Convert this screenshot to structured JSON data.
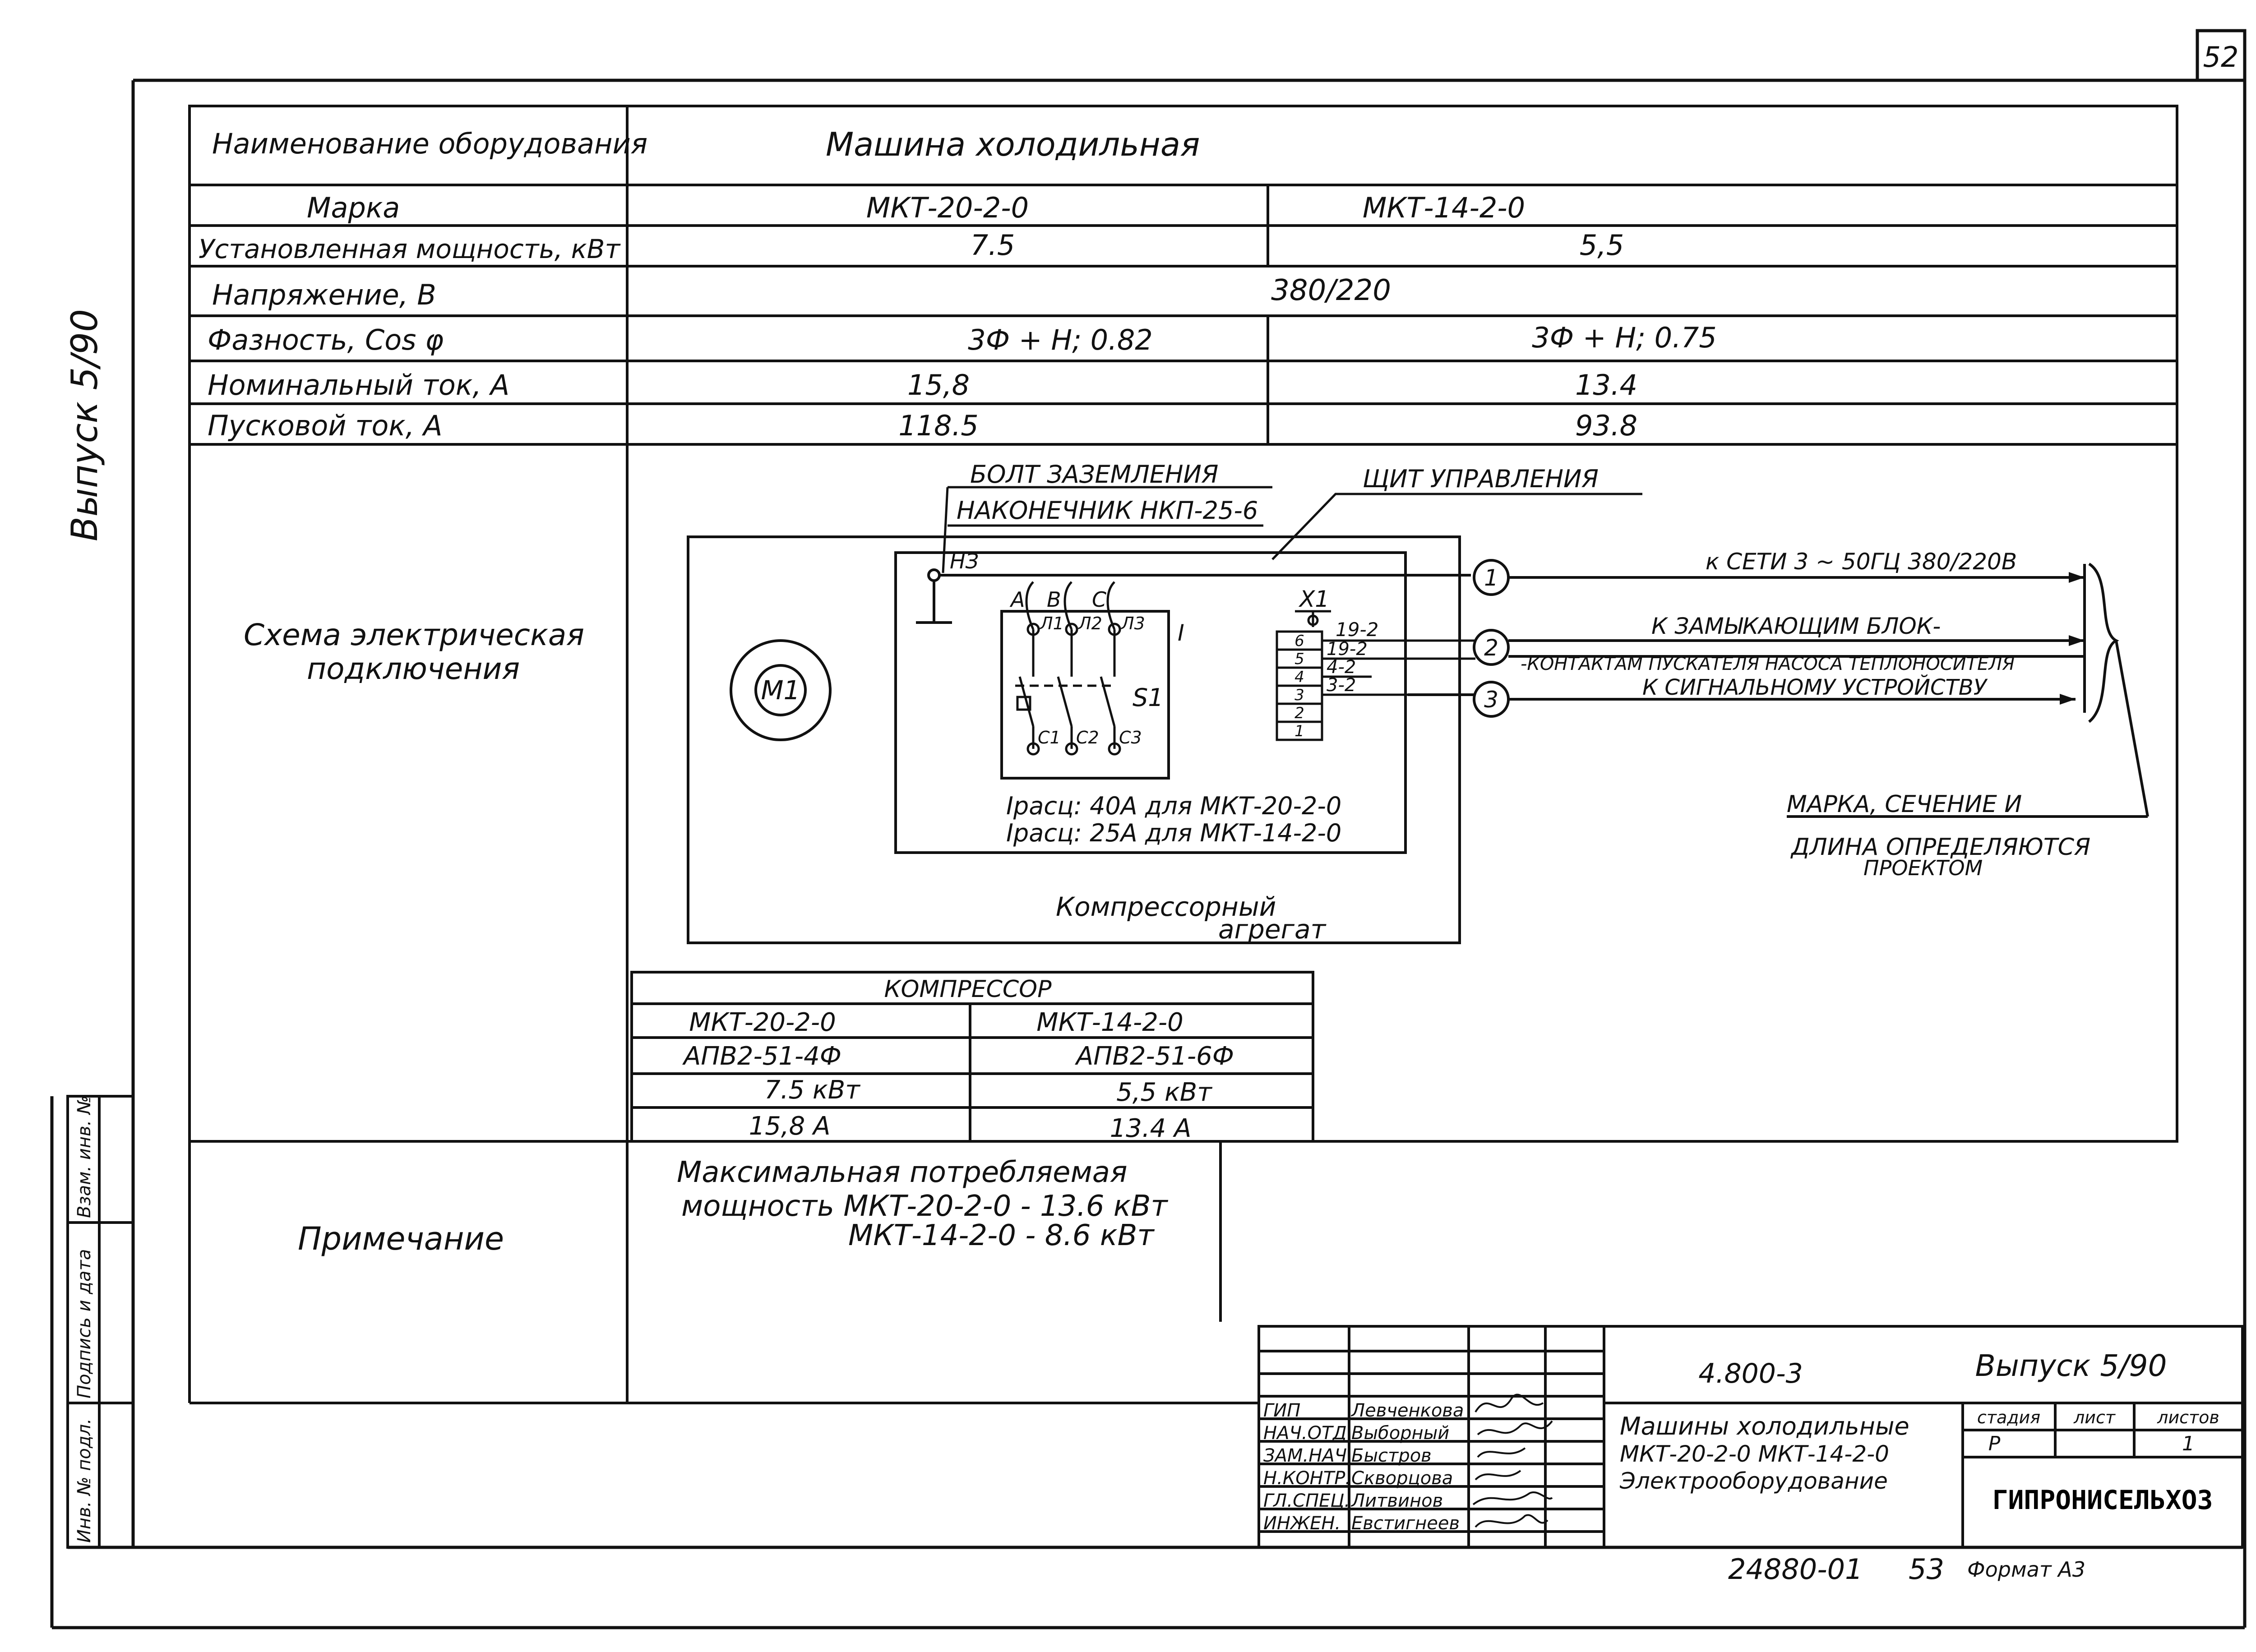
{
  "sheet_number": "52",
  "side_label": "Выпуск 5/90",
  "equipment_table": {
    "rows": [
      {
        "label": "Наименование оборудования",
        "value": "Машина холодильная"
      },
      {
        "label": "Марка",
        "v1": "МКТ-20-2-0",
        "v2": "МКТ-14-2-0"
      },
      {
        "label": "Установленная мощность, кВт",
        "v1": "7.5",
        "v2": "5,5"
      },
      {
        "label": "Напряжение, В",
        "value": "380/220"
      },
      {
        "label": "Фазность, Cos φ",
        "v1": "3Ф + Н; 0.82",
        "v2": "3Ф + Н; 0.75"
      },
      {
        "label": "Номинальный ток, А",
        "v1": "15,8",
        "v2": "13.4"
      },
      {
        "label": "Пусковой ток, А",
        "v1": "118.5",
        "v2": "93.8"
      }
    ],
    "scheme_label_1": "Схема электрическая",
    "scheme_label_2": "подключения",
    "note_label": "Примечание"
  },
  "scheme": {
    "bolt": "БОЛТ ЗАЗЕМЛЕНИЯ",
    "lug": "НАКОНЕЧНИК НКП-25-6",
    "panel": "ЩИТ УПРАВЛЕНИЯ",
    "line1": "к СЕТИ 3 ~ 50ГЦ 380/220В",
    "line2a": "К ЗАМЫКАЮЩИМ БЛОК-",
    "line2b": "-КОНТАКТАМ ПУСКАТЕЛЯ НАСОСА ТЕПЛОНОСИТЕЛЯ",
    "line3": "К СИГНАЛЬНОМУ УСТРОЙСТВУ",
    "mark_1": "МАРКА, СЕЧЕНИЕ И",
    "mark_2": "ДЛИНА ОПРЕДЕЛЯЮТСЯ",
    "mark_3": "ПРОЕКТОМ",
    "current_1": "Iрасц: 40А для МКТ-20-2-0",
    "current_2": "Iрасц: 25А для МКТ-14-2-0",
    "unit_1": "Компрессорный",
    "unit_2": "агрегат",
    "motor": "M1",
    "switch": "S1",
    "terminal": "X1",
    "ground": "НЗ",
    "phases": [
      "A",
      "B",
      "C"
    ],
    "line_terms": [
      "Л1",
      "Л2",
      "Л3"
    ],
    "load_terms": [
      "С1",
      "С2",
      "С3"
    ],
    "i_mark": "I",
    "strip_numbers": [
      "6",
      "5",
      "4",
      "3",
      "2",
      "1"
    ],
    "wire_labels": [
      "19-2",
      "19-2",
      "4-2",
      "3-2"
    ],
    "circles": [
      "1",
      "2",
      "3"
    ]
  },
  "compressor_table": {
    "title": "КОМПРЕССОР",
    "rows": [
      [
        "МКТ-20-2-0",
        "МКТ-14-2-0"
      ],
      [
        "АПВ2-51-4Ф",
        "АПВ2-51-6Ф"
      ],
      [
        "7.5 кВт",
        "5,5 кВт"
      ],
      [
        "15,8 А",
        "13.4 А"
      ]
    ]
  },
  "note": {
    "line1": "Максимальная потребляемая",
    "line2": "мощность МКТ-20-2-0 - 13.6 кВт",
    "line3": "МКТ-14-2-0 - 8.6 кВт"
  },
  "stamp_side": [
    "Инв. № подл.",
    "Подпись и дата",
    "Взам. инв. №"
  ],
  "title_block": {
    "doc_code": "4.800-3",
    "issue": "Выпуск 5/90",
    "title_1": "Машины холодильные",
    "title_2": "МКТ-20-2-0 МКТ-14-2-0",
    "title_3": "Электрооборудование",
    "stage_header": "стадия",
    "sheet_header": "лист",
    "sheets_header": "листов",
    "stage": "Р",
    "sheets": "1",
    "org": "ГИПРОНИСЕЛЬХОЗ",
    "roles": [
      "ГИП",
      "НАЧ.ОТД.",
      "ЗАМ.НАЧ.",
      "Н.КОНТР.",
      "ГЛ.СПЕЦ.",
      "ИНЖЕН."
    ],
    "names": [
      "Левченкова",
      "Выборный",
      "Быстров",
      "Скворцова",
      "Литвинов",
      "Евстигнеев"
    ]
  },
  "footer": {
    "code": "24880-01",
    "page": "53",
    "format": "Формат А3"
  }
}
